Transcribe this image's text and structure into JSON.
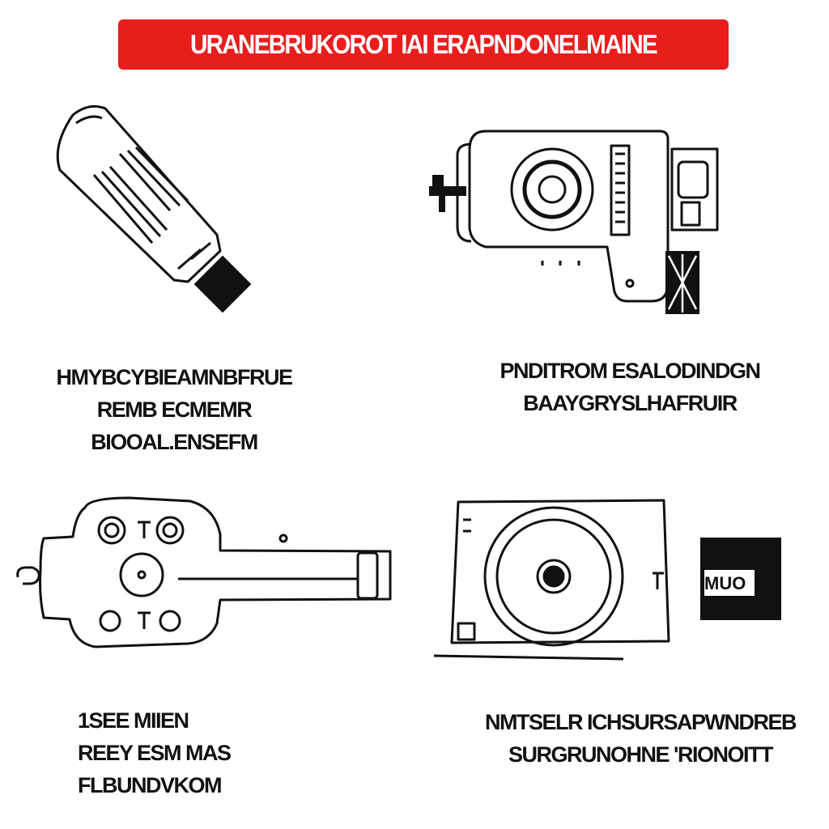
{
  "banner": {
    "title": "URANEBRUKOROT IAI ERAPNDONELMAINE",
    "color": "#ea1d1d"
  },
  "panels": [
    {
      "icon": "tube-device-icon",
      "caption": [
        "HMYBCYBIEAMNBFRUE",
        "REMB ECMEMR",
        "BIOOAL.ENSEFM"
      ]
    },
    {
      "icon": "motor-unit-icon",
      "caption": [
        "PNDITROM ESALODINDGN",
        "BAAYGRYSLHAFRUIR"
      ]
    },
    {
      "icon": "handle-unit-icon",
      "caption": [
        "1SEE MIIEN",
        "REEY ESM MAS",
        "FLBUNDVKOM"
      ]
    },
    {
      "icon": "drum-unit-icon",
      "label": "MUO",
      "caption": [
        "NMTSELR ICHSURSAPWNDREB",
        "SURGRUNOHNE 'RIONOITT"
      ]
    }
  ]
}
